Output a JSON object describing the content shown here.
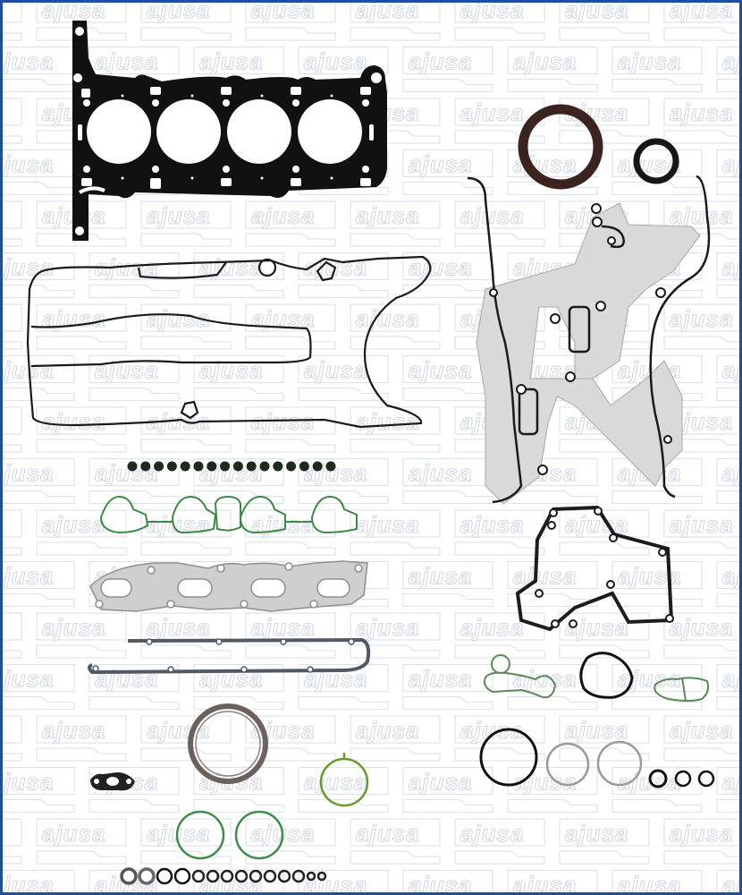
{
  "brand": {
    "watermark_text": "ajusa",
    "frame_color": "#1f4e9c",
    "watermark_color": "#d3d9e4"
  },
  "product": {
    "title": "Full engine gasket set",
    "background": "#ffffff"
  },
  "parts": [
    {
      "id": "cylinder-head-gasket",
      "label": "Cylinder head gasket (4 bores)",
      "color": "#111111"
    },
    {
      "id": "valve-cover-gasket",
      "label": "Valve cover gasket",
      "color": "#1a1a1a"
    },
    {
      "id": "crankshaft-seal-large",
      "label": "Crankshaft oil seal (rear)",
      "color": "#3b2420"
    },
    {
      "id": "crankshaft-seal-small",
      "label": "Crankshaft oil seal (front)",
      "color": "#161616"
    },
    {
      "id": "timing-cover-gasket",
      "label": "Timing cover gasket",
      "color": "#9a9a9a"
    },
    {
      "id": "valve-stem-seals",
      "label": "Valve stem seals",
      "count": 16,
      "color": "#1e2a1e"
    },
    {
      "id": "intake-manifold-gasket",
      "label": "Intake manifold gasket",
      "color": "#3d8a45"
    },
    {
      "id": "exhaust-manifold-gasket",
      "label": "Exhaust manifold gasket",
      "color": "#9c9c9c"
    },
    {
      "id": "oil-pan-gasket",
      "label": "Oil pan gasket strip",
      "color": "#505a66"
    },
    {
      "id": "water-pump-gasket",
      "label": "Water pump gasket",
      "color": "#1c1c1c"
    },
    {
      "id": "thermostat-gasket",
      "label": "Thermostat housing gasket",
      "color": "#5a8a58"
    },
    {
      "id": "oval-o-ring",
      "label": "Oval O-ring",
      "color": "#111111"
    },
    {
      "id": "small-housing-gasket",
      "label": "Housing gasket",
      "color": "#5a8a58"
    },
    {
      "id": "exhaust-ring",
      "label": "Exhaust ring gasket",
      "color": "#6b625e"
    },
    {
      "id": "egr-gasket",
      "label": "EGR gasket",
      "color": "#222222"
    },
    {
      "id": "throttle-seal",
      "label": "Throttle body seal",
      "color": "#6a9a2a"
    },
    {
      "id": "green-o-rings",
      "label": "Green O-rings",
      "count": 2,
      "color": "#3f8d4a"
    },
    {
      "id": "o-ring-row-bottom",
      "label": "Assorted O-rings",
      "count": 14,
      "color": "#222222"
    },
    {
      "id": "o-ring-set-right",
      "label": "O-ring set",
      "count": 6,
      "color": "#111111"
    }
  ]
}
